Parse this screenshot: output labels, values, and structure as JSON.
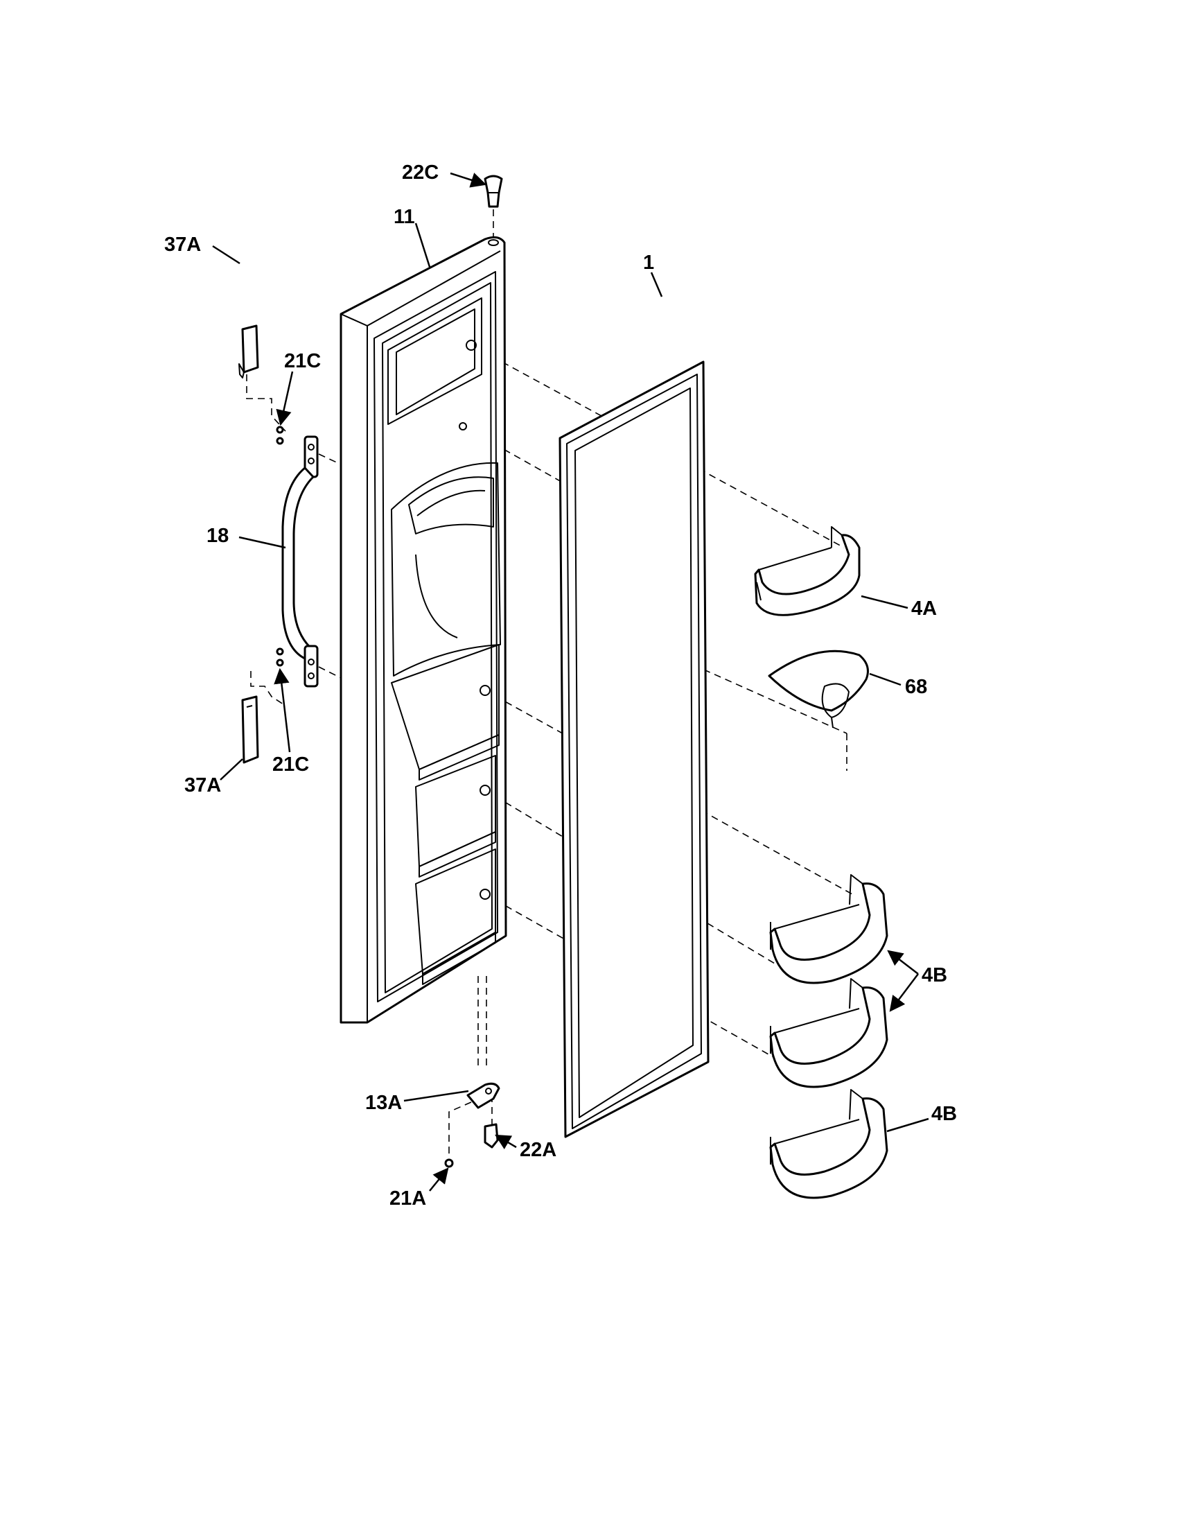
{
  "diagram": {
    "labels": {
      "part_22c": "22C",
      "part_11": "11",
      "part_37a_top": "37A",
      "part_21c_top": "21C",
      "part_1": "1",
      "part_18": "18",
      "part_4a": "4A",
      "part_68": "68",
      "part_37a_bottom": "37A",
      "part_21c_bottom": "21C",
      "part_4b_pair": "4B",
      "part_4b_single": "4B",
      "part_13a": "13A",
      "part_22a": "22A",
      "part_21a": "21A"
    }
  }
}
